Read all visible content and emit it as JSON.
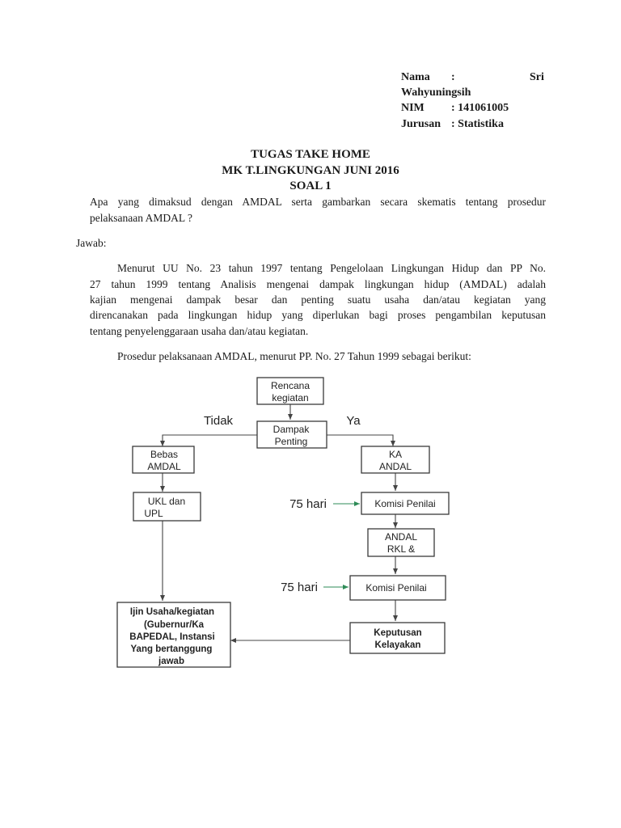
{
  "header": {
    "nama_label": "Nama",
    "nama_sep": ":",
    "nama_value_first": "Sri",
    "nama_value_second": "Wahyuningsih",
    "nim_label": "NIM",
    "nim_value": ": 141061005",
    "jurusan_label": "Jurusan",
    "jurusan_value": ": Statistika"
  },
  "titles": {
    "line1": "TUGAS TAKE HOME",
    "line2": "MK T.LINGKUNGAN JUNI 2016",
    "line3": "SOAL 1"
  },
  "question": {
    "line1": "Apa yang dimaksud dengan AMDAL serta gambarkan secara skematis tentang prosedur",
    "line2": "pelaksanaan AMDAL ?"
  },
  "answer": {
    "label": "Jawab:",
    "para1_line1": "Menurut UU No. 23 tahun 1997 tentang Pengelolaan Lingkungan Hidup dan PP No.",
    "para1_line2": "27 tahun 1999 tentang Analisis mengenai dampak lingkungan hidup (AMDAL) adalah",
    "para1_line3": "kajian mengenai dampak besar dan penting suatu usaha dan/atau kegiatan yang",
    "para1_line4": "direncanakan pada lingkungan hidup yang diperlukan bagi proses pengambilan keputusan",
    "para1_line5": "tentang penyelenggaraan usaha dan/atau kegiatan.",
    "para2": "Prosedur pelaksanaan AMDAL, menurut PP. No. 27 Tahun 1999 sebagai berikut:"
  },
  "flowchart": {
    "rencana": [
      "Rencana",
      "kegiatan"
    ],
    "dampak": [
      "Dampak",
      "Penting"
    ],
    "tidak": "Tidak",
    "ya": "Ya",
    "bebas": [
      "Bebas",
      "AMDAL"
    ],
    "ka": [
      "KA",
      "ANDAL"
    ],
    "ukl": [
      "UKL dan",
      "UPL"
    ],
    "hari1": "75 hari",
    "komisi1": "Komisi Penilai",
    "andal": [
      "ANDAL",
      "RKL &"
    ],
    "hari2": "75 hari",
    "komisi2": "Komisi Penilai",
    "ijin": [
      "Ijin Usaha/kegiatan",
      "(Gubernur/Ka",
      "BAPEDAL, Instansi",
      "Yang bertanggung",
      "jawab"
    ],
    "keputusan": [
      "Keputusan",
      "Kelayakan"
    ]
  }
}
